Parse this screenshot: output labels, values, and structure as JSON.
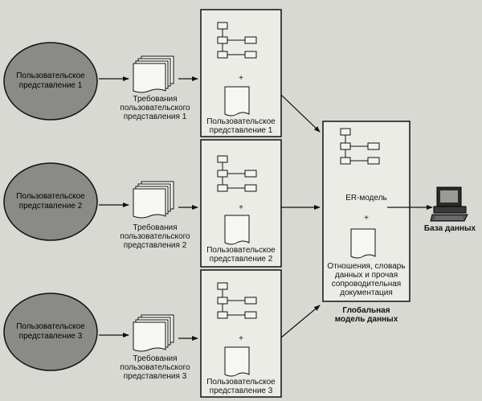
{
  "user_views": [
    {
      "label": "Пользовательское\nпредставление 1"
    },
    {
      "label": "Пользовательское\nпредставление 2"
    },
    {
      "label": "Пользовательское\nпредставление 3"
    }
  ],
  "requirements": [
    {
      "label": "Требования\nпользовательского\nпредставления 1"
    },
    {
      "label": "Требования\nпользовательского\nпредставления 2"
    },
    {
      "label": "Требования\nпользовательского\nпредставления 3"
    }
  ],
  "local_models": [
    {
      "label": "Пользовательское\nпредставление 1",
      "plus": "+"
    },
    {
      "label": "Пользовательское\nпредставление 2",
      "plus": "+"
    },
    {
      "label": "Пользовательское\nпредставление 3",
      "plus": "+"
    }
  ],
  "global_model": {
    "er_label": "ER-модель",
    "plus": "+",
    "docs_label": "Отношения, словарь\nданных и прочая\nсопроводительная\nдокументация",
    "caption": "Глобальная\nмодель данных"
  },
  "database": {
    "label": "База данных",
    "icon": "computer-icon"
  },
  "colors": {
    "background": "#d9d9d4",
    "ellipse": "#8a8a86",
    "ink": "#111111",
    "box": "#f2f2ee"
  }
}
